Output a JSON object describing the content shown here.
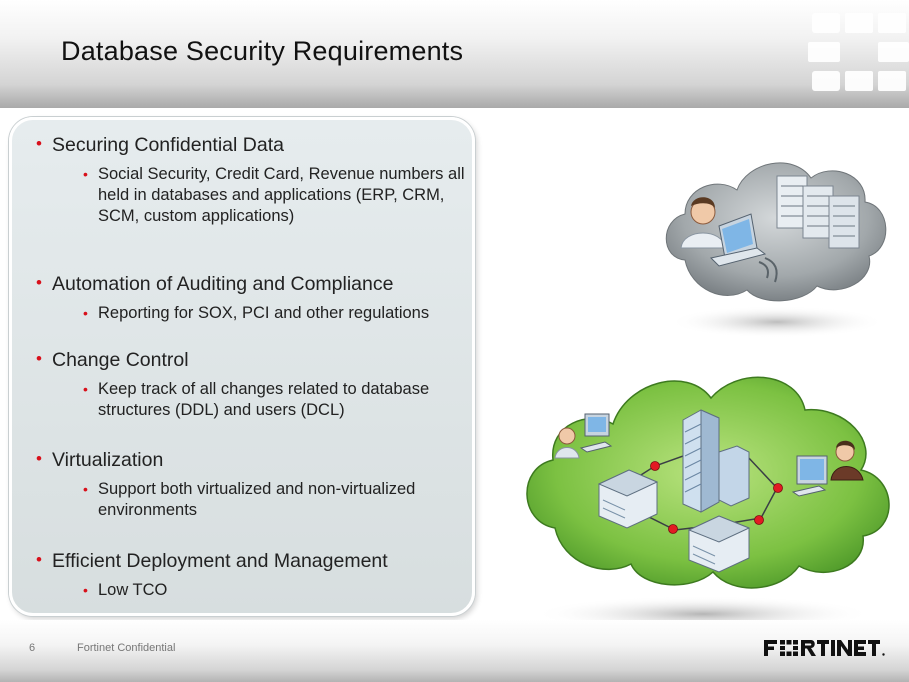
{
  "slide": {
    "title": "Database Security Requirements",
    "page_number": "6",
    "footer_text": "Fortinet Confidential",
    "brand_logo": "FORTINET"
  },
  "bullets": [
    {
      "heading": "Securing Confidential Data",
      "sub": [
        "Social Security, Credit Card, Revenue numbers all held in databases and applications (ERP, CRM, SCM, custom applications)"
      ]
    },
    {
      "heading": "Automation of Auditing and Compliance",
      "sub": [
        "Reporting for SOX, PCI and other regulations"
      ]
    },
    {
      "heading": "Change Control",
      "sub": [
        "Keep track of all changes related to database structures (DDL) and users (DCL)"
      ]
    },
    {
      "heading": "Virtualization",
      "sub": [
        "Support both virtualized and non-virtualized environments"
      ]
    },
    {
      "heading": "Efficient Deployment and Management",
      "sub": [
        "Low TCO"
      ]
    }
  ],
  "colors": {
    "bullet_accent": "#d8101b",
    "green_cloud": "#7cc142",
    "gray_cloud": "#9aa0a3"
  },
  "icons": {
    "top_cloud": "cloud-user-laptop-servers-icon",
    "bottom_cloud": "network-cloud-buildings-users-icon",
    "corner": "fortinet-grid-icon"
  }
}
